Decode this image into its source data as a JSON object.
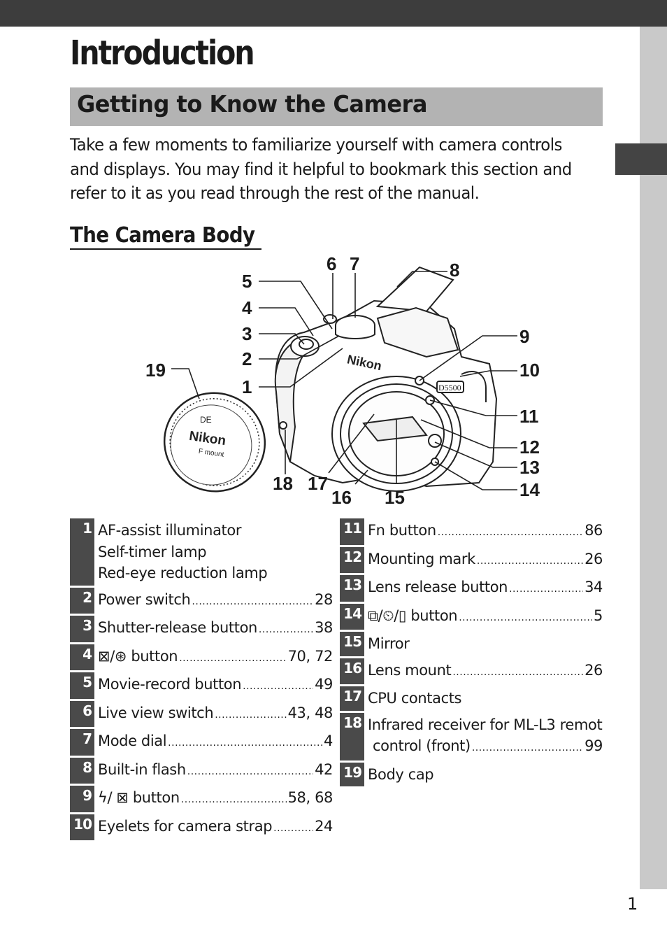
{
  "chapter_title": "Introduction",
  "section_title": "Getting to Know the Camera",
  "intro_text": "Take a few moments to familiarize yourself with camera controls and displays.  You may find it helpful to bookmark this section and refer to it as you read through the rest of the manual.",
  "subsection_title": "The Camera Body",
  "diagram": {
    "callouts": [
      "1",
      "2",
      "3",
      "4",
      "5",
      "6",
      "7",
      "8",
      "9",
      "10",
      "11",
      "12",
      "13",
      "14",
      "15",
      "16",
      "17",
      "18",
      "19"
    ],
    "camera_brand": "Nikon",
    "model_badge": "D5500",
    "body_cap_brand": "Nikon",
    "body_cap_mount": "F mount",
    "body_cap_mark": "DE"
  },
  "parts_left": [
    {
      "num": "1",
      "lines": [
        {
          "text": "AF-assist illuminator",
          "page": ""
        },
        {
          "text": "Self-timer lamp",
          "page": ""
        },
        {
          "text": "Red-eye reduction lamp",
          "page": ""
        }
      ]
    },
    {
      "num": "2",
      "lines": [
        {
          "text": "Power switch",
          "page": "28"
        }
      ]
    },
    {
      "num": "3",
      "lines": [
        {
          "text": "Shutter-release button",
          "page": "38"
        }
      ]
    },
    {
      "num": "4",
      "lines": [
        {
          "text": "⊠/⊛ button",
          "page": "70, 72"
        }
      ]
    },
    {
      "num": "5",
      "lines": [
        {
          "text": "Movie-record button",
          "page": "49"
        }
      ]
    },
    {
      "num": "6",
      "lines": [
        {
          "text": "Live view switch",
          "page": "43, 48"
        }
      ]
    },
    {
      "num": "7",
      "lines": [
        {
          "text": "Mode dial",
          "page": "4"
        }
      ]
    },
    {
      "num": "8",
      "lines": [
        {
          "text": "Built-in flash",
          "page": "42"
        }
      ]
    },
    {
      "num": "9",
      "lines": [
        {
          "text": "ϟ/ ⊠ button",
          "page": "58, 68"
        }
      ]
    },
    {
      "num": "10",
      "lines": [
        {
          "text": "Eyelets for camera strap",
          "page": "24"
        }
      ]
    }
  ],
  "parts_right": [
    {
      "num": "11",
      "lines": [
        {
          "text": "Fn button",
          "page": "86"
        }
      ]
    },
    {
      "num": "12",
      "lines": [
        {
          "text": "Mounting mark",
          "page": "26"
        }
      ]
    },
    {
      "num": "13",
      "lines": [
        {
          "text": "Lens release button",
          "page": "34"
        }
      ]
    },
    {
      "num": "14",
      "lines": [
        {
          "text": "⧉/⏲/▯ button",
          "page": "5"
        }
      ]
    },
    {
      "num": "15",
      "lines": [
        {
          "text": "Mirror",
          "page": ""
        }
      ]
    },
    {
      "num": "16",
      "lines": [
        {
          "text": "Lens mount",
          "page": "26"
        }
      ]
    },
    {
      "num": "17",
      "lines": [
        {
          "text": "CPU contacts",
          "page": ""
        }
      ]
    },
    {
      "num": "18",
      "lines": [
        {
          "text": "Infrared receiver for ML-L3 remote",
          "page": ""
        },
        {
          "text": "control (front)",
          "page": "99",
          "indent": true
        }
      ]
    },
    {
      "num": "19",
      "lines": [
        {
          "text": "Body cap",
          "page": ""
        }
      ]
    }
  ],
  "page_number": "1"
}
